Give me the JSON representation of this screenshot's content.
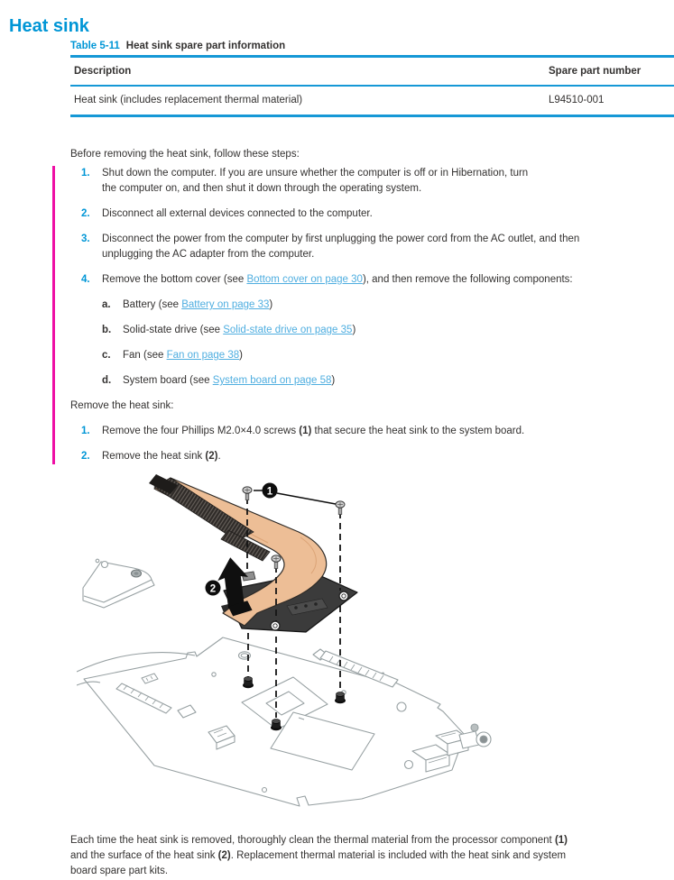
{
  "page": {
    "title": "Heat sink",
    "intro": "Before removing the heat sink, follow these steps:",
    "remove_heading": "Remove the heat sink:"
  },
  "table": {
    "caption_label": "Table 5-11",
    "caption_text": "Heat sink spare part information",
    "columns": {
      "description": "Description",
      "spare_part": "Spare part number"
    },
    "row": {
      "description": "Heat sink (includes replacement thermal material)",
      "spare_part": "L94510-001"
    }
  },
  "prep_steps": [
    {
      "num": "1.",
      "text": "Shut down the computer. If you are unsure whether the computer is off or in Hibernation, turn\nthe computer on, and then shut it down through the operating system."
    },
    {
      "num": "2.",
      "text": "Disconnect all external devices connected to the computer."
    },
    {
      "num": "3.",
      "text": "Disconnect the power from the computer by first unplugging the power cord from the AC outlet, and then\nunplugging the AC adapter from the computer."
    },
    {
      "num": "4.",
      "pre": "Remove the bottom cover (see ",
      "link": "Bottom cover on page 30",
      "post": "), and then remove the following components:"
    }
  ],
  "substeps": [
    {
      "letter": "a.",
      "pre": "Battery (see ",
      "link": "Battery on page 33",
      "post": ")"
    },
    {
      "letter": "b.",
      "pre": "Solid-state drive (see ",
      "link": "Solid-state drive on page 35",
      "post": ")"
    },
    {
      "letter": "c.",
      "pre": "Fan (see ",
      "link": "Fan on page 38",
      "post": ")"
    },
    {
      "letter": "d.",
      "pre": "System board (see ",
      "link": "System board on page 58",
      "post": ")"
    }
  ],
  "removal_steps": [
    {
      "num": "1.",
      "pre": "Remove the four Phillips M2.0×4.0 screws ",
      "bold": "(1)",
      "post": " that secure the heat sink to the system board."
    },
    {
      "num": "2.",
      "pre": "Remove the heat sink ",
      "bold": "(2)",
      "post": "."
    }
  ],
  "figure": {
    "callout_1": "1",
    "callout_2": "2"
  },
  "footer": {
    "p1": "Each time the heat sink is removed, thoroughly clean the thermal material from the processor component ",
    "b1": "(1)",
    "p2": "\nand the surface of the heat sink ",
    "b2": "(2)",
    "p3": ". Replacement thermal material is included with the heat sink and system\nboard spare part kits."
  },
  "colors": {
    "hp_blue": "#0096D6",
    "link_blue": "#4FAEE0",
    "magenta_bar": "#EE0FA4",
    "table_border_blue": "#1598D6",
    "body_text": "#333130",
    "copper": "#EDBE96"
  }
}
